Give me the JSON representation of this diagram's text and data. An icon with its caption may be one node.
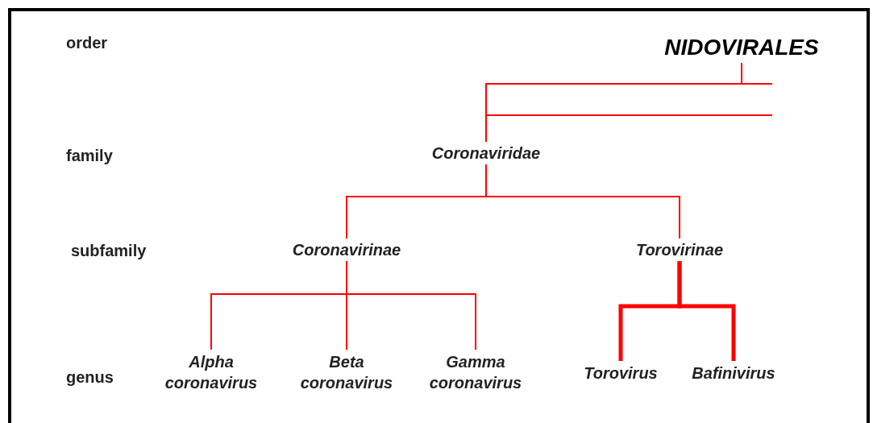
{
  "diagram": {
    "nodes": [
      {
        "text": [
          "NIDOVIRALES"
        ]
      },
      {
        "text": [
          "Coronaviridae"
        ]
      },
      {
        "text": [
          "Coronavirinae"
        ]
      },
      {
        "text": [
          "Torovirinae"
        ]
      },
      {
        "text": [
          "Alpha coronavirus"
        ]
      },
      {
        "text": [
          "Beta coronavirus"
        ]
      },
      {
        "text": [
          "Gamma coronavirus"
        ]
      },
      {
        "text": [
          "Torovirus"
        ]
      },
      {
        "text": [
          "Bafinivirus"
        ]
      }
    ],
    "edges": [
      {
        "from": 0,
        "to": 1,
        "arrow": "none"
      },
      {
        "from": 0,
        "to": null,
        "arrow": "none"
      },
      {
        "from": 1,
        "to": 2,
        "arrow": "none"
      },
      {
        "from": 1,
        "to": 3,
        "arrow": "none"
      },
      {
        "from": 2,
        "to": 4,
        "arrow": "none"
      },
      {
        "from": 2,
        "to": 5,
        "arrow": "none"
      },
      {
        "from": 2,
        "to": 6,
        "arrow": "none"
      },
      {
        "from": 3,
        "to": 7,
        "arrow": "none",
        "style": "thick"
      },
      {
        "from": 3,
        "to": 8,
        "arrow": "none",
        "style": "thick"
      }
    ],
    "labels": [
      "order",
      "family",
      "subfamily",
      "genus"
    ]
  }
}
